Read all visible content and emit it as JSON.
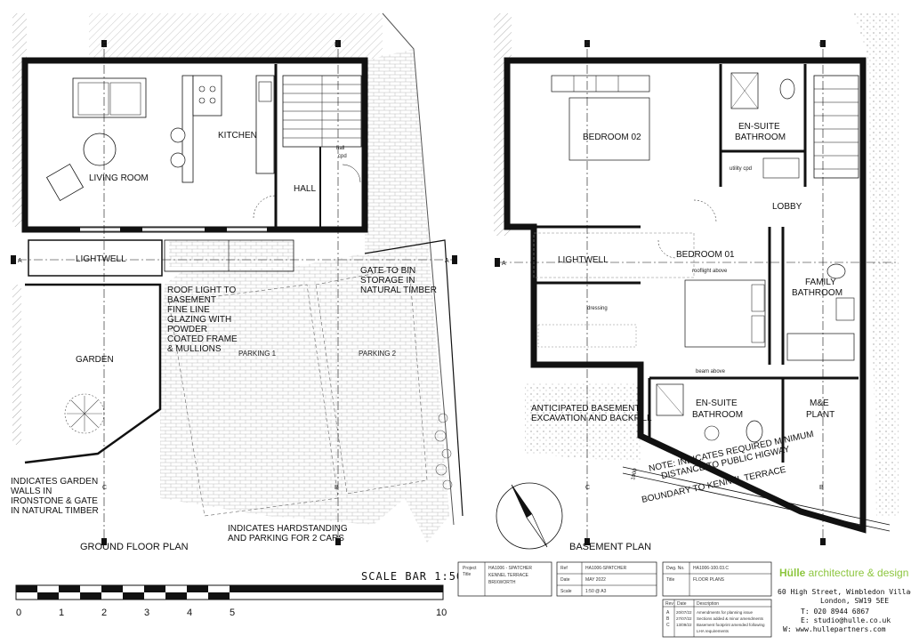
{
  "ground_floor": {
    "title": "GROUND FLOOR PLAN",
    "rooms": {
      "living_room": "LIVING ROOM",
      "kitchen": "KITCHEN",
      "hall": "HALL",
      "hall_cpd_1": "hall",
      "hall_cpd_2": "cpd",
      "lightwell": "LIGHTWELL",
      "garden": "GARDEN",
      "parking_1": "PARKING 1",
      "parking_2": "PARKING 2"
    },
    "notes": {
      "gate": [
        "GATE TO BIN",
        "STORAGE IN",
        "NATURAL TIMBER"
      ],
      "rooflight": [
        "ROOF LIGHT TO",
        "BASEMENT",
        "FINE LINE",
        "GLAZING WITH",
        "POWDER",
        "COATED FRAME",
        "& MULLIONS"
      ],
      "garden_walls": [
        "INDICATES GARDEN",
        "WALLS IN",
        "IRONSTONE & GATE",
        "IN NATURAL TIMBER"
      ],
      "hardstanding": [
        "INDICATES HARDSTANDING",
        "AND PARKING FOR 2 CARS"
      ]
    }
  },
  "basement": {
    "title": "BASEMENT PLAN",
    "rooms": {
      "bedroom_02": "BEDROOM 02",
      "ensuite_top_1": "EN-SUITE",
      "ensuite_top_2": "BATHROOM",
      "utility": "utility cpd",
      "lobby": "LOBBY",
      "lightwell": "LIGHTWELL",
      "bedroom_01": "BEDROOM 01",
      "rooflight": "rooflight above",
      "family_1": "FAMILY",
      "family_2": "BATHROOM",
      "dressing": "dressing",
      "beam": "beam above",
      "ensuite_bot_1": "EN-SUITE",
      "ensuite_bot_2": "BATHROOM",
      "me_1": "M&E",
      "me_2": "PLANT"
    },
    "notes": {
      "excavation": [
        "ANTICIPATED BASEMENT",
        "EXCAVATION AND BACKFILL"
      ],
      "distance": [
        "NOTE: INDICATES REQUIRED MINIMUM",
        "DISTANCE TO PUBLIC HIGWAY"
      ],
      "boundary": "BOUNDARY TO KENNEL TERRACE",
      "dim": "1000"
    }
  },
  "section_marks": {
    "a": "A",
    "b": "B",
    "c": "C"
  },
  "scale_bar": {
    "title": "SCALE BAR 1:50",
    "ticks": [
      "0",
      "1",
      "2",
      "3",
      "4",
      "5",
      "10"
    ]
  },
  "title_block": {
    "project_label": [
      "Project",
      "Title"
    ],
    "project_value": [
      "HA1006 - SPATCHER",
      "KENNEL TERRACE",
      "BRIXWORTH"
    ],
    "ref_label": "Ref",
    "ref_value": "HA1006-SPATCHER",
    "date_label": "Date",
    "date_value": "MAY 2022",
    "scale_label": "Scale",
    "scale_value": "1:50 @ A3",
    "dwg_label": "Dwg. No.",
    "dwg_value": "HA1006-100.03.C",
    "title_label": "Title",
    "title_value": "FLOOR PLANS",
    "rev_headers": [
      "Rev",
      "Date",
      "Description"
    ],
    "revisions": [
      {
        "rev": "A",
        "date": "20/07/22",
        "desc": "Amendments for planning issue"
      },
      {
        "rev": "B",
        "date": "27/07/22",
        "desc": "Sections added & minor amendments"
      },
      {
        "rev": "C",
        "date": "13/09/22",
        "desc": "Basement footprint amended following"
      },
      {
        "rev": "",
        "date": "",
        "desc": "LHA requirements"
      }
    ]
  },
  "firm": {
    "name_bold": "Hülle",
    "name_rest": " architecture & design",
    "address_1": "60 High Street, Wimbledon Village,",
    "address_2": "London, SW19 5EE",
    "tel": "T:  020 8944 6867",
    "email": "E:  studio@hulle.co.uk",
    "web": "W:  www.hullepartners.com",
    "brand_color": "#8dc63f"
  }
}
